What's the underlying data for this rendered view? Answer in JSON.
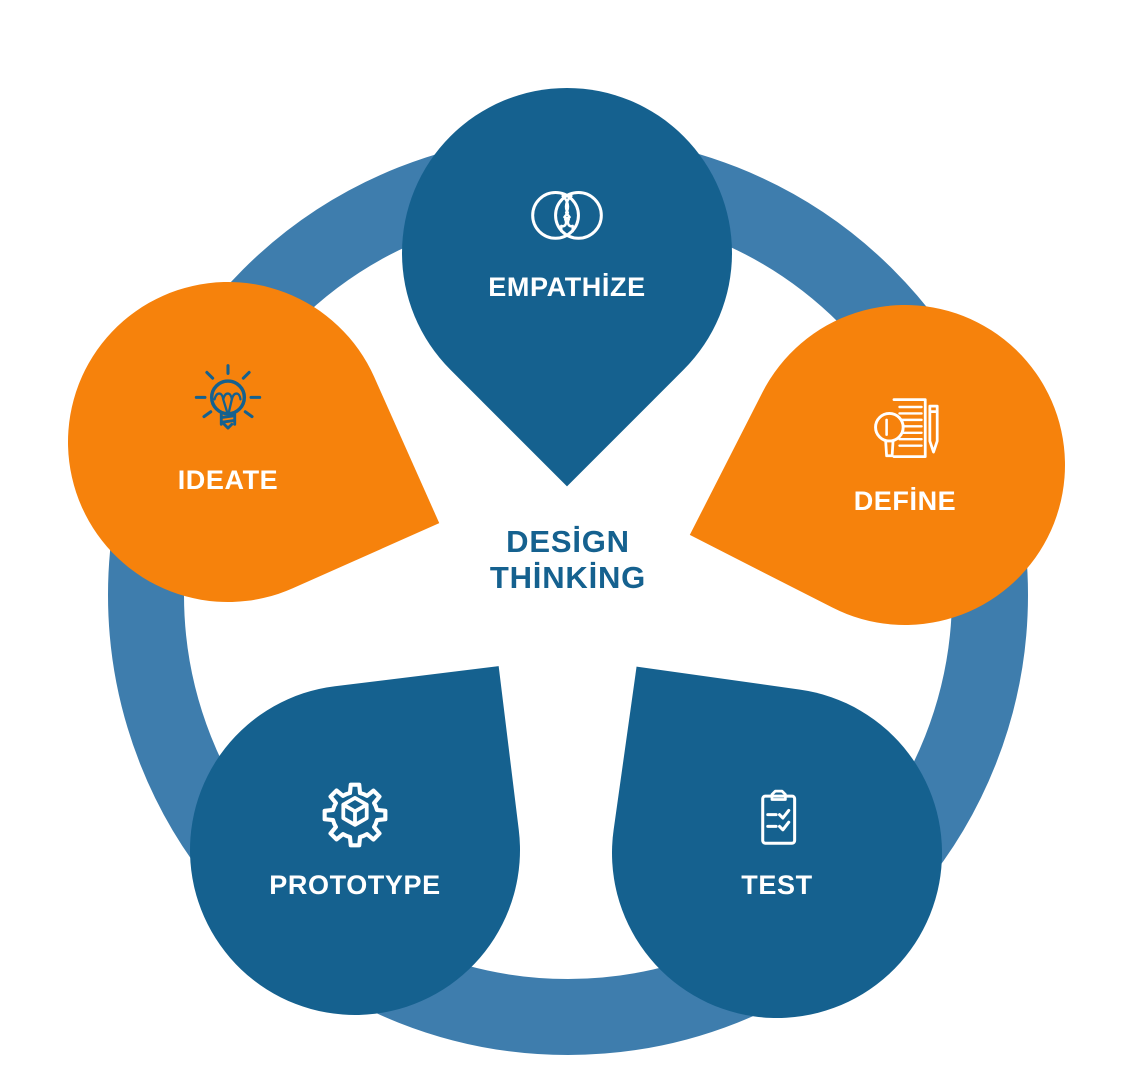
{
  "title": {
    "line1": "DESİGN",
    "line2": "THİNKİNG"
  },
  "stages": [
    {
      "id": "empathize",
      "label": "EMPATHİZE",
      "color": "blue",
      "icon": "two-heads-icon"
    },
    {
      "id": "define",
      "label": "DEFİNE",
      "color": "orange",
      "icon": "magnifier-document-pencil-icon"
    },
    {
      "id": "ideate",
      "label": "IDEATE",
      "color": "orange",
      "icon": "lightbulb-icon"
    },
    {
      "id": "prototype",
      "label": "PROTOTYPE",
      "color": "blue",
      "icon": "gear-cube-icon"
    },
    {
      "id": "test",
      "label": "TEST",
      "color": "blue",
      "icon": "clipboard-checklist-icon"
    }
  ],
  "colors": {
    "stage_blue": "#15618f",
    "stage_orange": "#f6820c",
    "ring_blue": "#3e7dad",
    "title_text": "#15618f",
    "icon_on_blue": "#ffffff",
    "icon_on_ideate": "#15618f",
    "label_text": "#ffffff",
    "background": "#ffffff"
  }
}
